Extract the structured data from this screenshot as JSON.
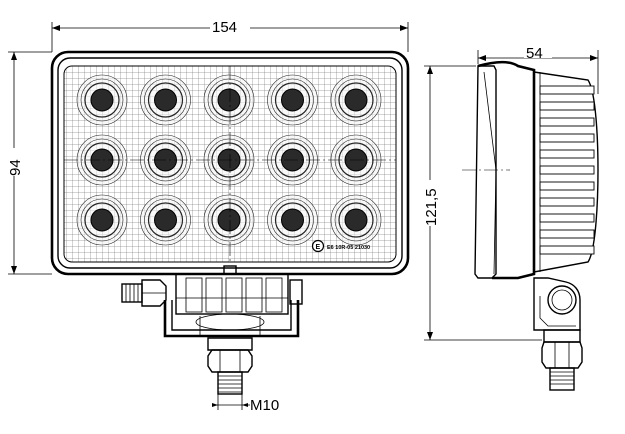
{
  "dimensions": {
    "width": "154",
    "height": "94",
    "depth": "54",
    "total_height": "121,5",
    "thread": "M10"
  },
  "front_view": {
    "led_rows": 3,
    "led_columns": 5,
    "marking": "E6 10R-05 21030"
  },
  "icons": {
    "certification_mark": "e-mark-icon"
  }
}
